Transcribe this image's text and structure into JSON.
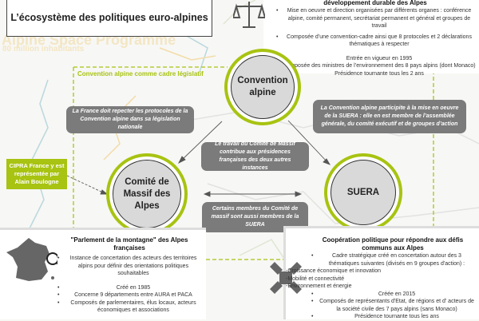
{
  "title": "L’écosystème des politiques euro-alpines",
  "background_map": {
    "heading": "Alpine Space Programme",
    "subheading": "80 million inhabitants"
  },
  "frame_label": "Convention alpine comme cadre législatif",
  "colors": {
    "accent_green": "#a8c311",
    "box_gray": "#7b7b7b",
    "circle_fill": "#d9d9d9"
  },
  "circles": {
    "convention": "Convention alpine",
    "comite": "Comité de Massif des Alpes",
    "suera": "SUERA"
  },
  "callouts": {
    "france": "La France doit repecter les protocoles de la Convention alpine dans sa législation nationale",
    "convention_suera": "La Convention alpine participite à la mise en oeuvre de la SUERA : elle en est membre de l’assemblée générale, du comité exécutif et de groupes d’action",
    "travail": "Le travail du Comité de Massif contribue aux présidences françaises des deux autres instances",
    "membres": "Certains membres du Comité de massif sont aussi membres de la SUERA",
    "cipra": "CIPRA France y  est représentée par Alain Boulogne"
  },
  "convention_panel": {
    "icon": "scales-of-justice-icon",
    "heading": "développement durable des Alpes",
    "items": [
      {
        "bullet": true,
        "text": "Mise en oeuvre et direction organisées par différents organes : conférence alpine, comité permanent, secrétariat permanent et général et groupes de travail"
      },
      {
        "bullet": true,
        "text": "Composée d’une convention-cadre ainsi que 8 protocoles et 2 déclarations thématiques à respecter"
      },
      {
        "bullet": false,
        "text": "Entrée en vigueur en 1995"
      },
      {
        "bullet": false,
        "text": "Composée des ministres de l’environnement des 8 pays alpins (dont Monaco)"
      },
      {
        "bullet": false,
        "text": "Présidence tournante tous les 2 ans"
      }
    ]
  },
  "comite_panel": {
    "icon": "france-map-magnifier-icon",
    "heading": "\"Parlement de la montagne\" des Alpes françaises",
    "items": [
      {
        "bullet": true,
        "text": "Instance de concertation des acteurs des territoires alpins pour définir des orientations politiques souhaitables"
      },
      {
        "bullet": true,
        "text": "Créé en 1985"
      },
      {
        "bullet": true,
        "text": "Concerne 9 départements entre AURA et PACA"
      },
      {
        "bullet": true,
        "text": "Composés de parlementaires, élus locaux, acteurs économiques et associations"
      }
    ]
  },
  "suera_panel": {
    "icon": "puzzle-hands-icon",
    "heading": "Coopération politique pour répondre aux défis communs aux Alpes",
    "items": [
      {
        "bullet": true,
        "text": "Cadre stratégique créé en concertation autour des 3 thématiques suivantes (divisés en 9 groupes d'action) :"
      },
      {
        "bullet": false,
        "left": true,
        "text": "-Croissance économique et innovation"
      },
      {
        "bullet": false,
        "left": true,
        "text": "-Mobilité et connectivité"
      },
      {
        "bullet": false,
        "left": true,
        "text": "-Environnement et énergie"
      },
      {
        "bullet": true,
        "text": "Créée en 2015"
      },
      {
        "bullet": true,
        "text": "Composés de représentants d'Etat, de régions et d' acteurs de la société civile des 7 pays alpins (sans Monaco)"
      },
      {
        "bullet": true,
        "text": "Présidence tournante tous les ans"
      }
    ]
  }
}
